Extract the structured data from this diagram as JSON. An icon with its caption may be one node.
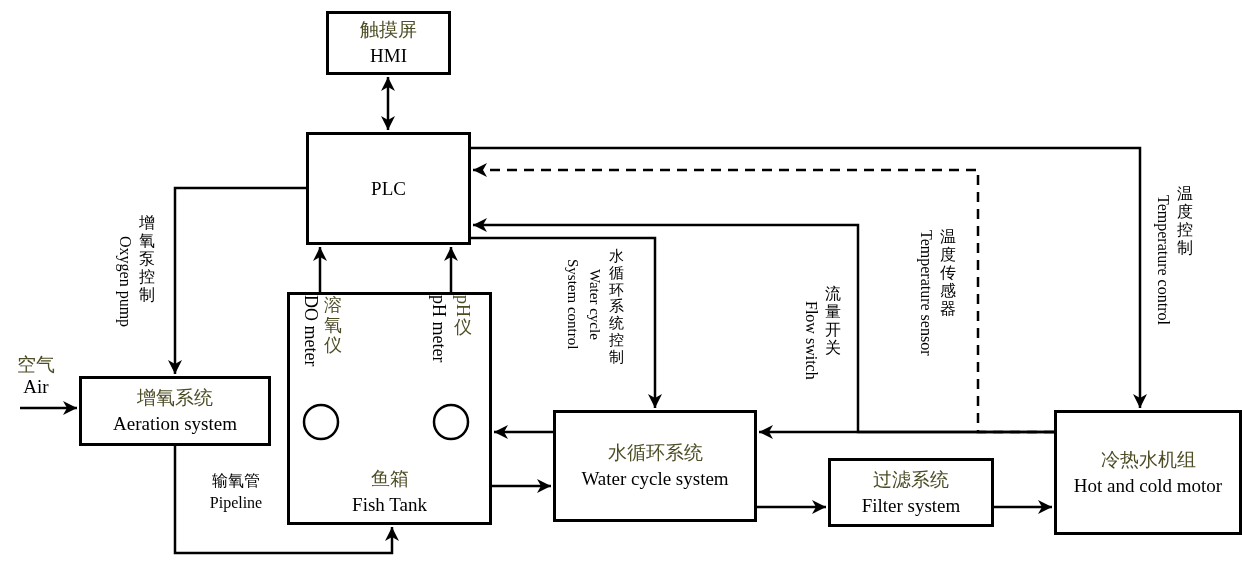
{
  "diagram": {
    "nodes": [
      {
        "text": [
          "触摸屏",
          "HMI"
        ]
      },
      {
        "text": [
          "PLC"
        ]
      },
      {
        "text": [
          "增氧系统",
          "Aeration system"
        ]
      },
      {
        "text": [
          "鱼箱",
          "Fish Tank"
        ]
      },
      {
        "text": [
          "溶氧仪",
          "DO meter"
        ],
        "in": 3
      },
      {
        "text": [
          "pH 仪",
          "pH meter"
        ],
        "in": 3
      },
      {
        "text": [
          "水循环系统",
          "Water cycle system"
        ]
      },
      {
        "text": [
          "过滤系统",
          "Filter system"
        ]
      },
      {
        "text": [
          "冷热水机组",
          "Hot and cold motor"
        ]
      },
      {
        "text": [
          "空气",
          "Air"
        ]
      }
    ],
    "edges": [
      {
        "from": 0,
        "to": 1,
        "arrow": "both"
      },
      {
        "from": 1,
        "to": 2,
        "arrow": "to",
        "label": "增氧泵控制 Oxygen pump"
      },
      {
        "from": 9,
        "to": 2,
        "arrow": "to"
      },
      {
        "from": 2,
        "to": 3,
        "arrow": "to",
        "label": "输氧管 Pipeline"
      },
      {
        "from": 4,
        "to": 1,
        "arrow": "to"
      },
      {
        "from": 5,
        "to": 1,
        "arrow": "to"
      },
      {
        "from": 1,
        "to": 6,
        "arrow": "to",
        "label": "水循环系统控制 Water cycle System control"
      },
      {
        "from": 6,
        "to": 3,
        "arrow": "to"
      },
      {
        "from": 3,
        "to": 6,
        "arrow": "to"
      },
      {
        "from": 6,
        "to": 7,
        "arrow": "to"
      },
      {
        "from": 7,
        "to": 8,
        "arrow": "to"
      },
      {
        "from": 8,
        "to": 6,
        "arrow": "to"
      },
      {
        "from": 8,
        "to": 1,
        "arrow": "to",
        "label": "流量开关 Flow switch"
      },
      {
        "from": 8,
        "to": 1,
        "arrow": "to",
        "style": "dashed",
        "label": "温度传感器 Temperature sensor"
      },
      {
        "from": 1,
        "to": 8,
        "arrow": "to",
        "label": "温度控制 Temperature control"
      }
    ]
  }
}
